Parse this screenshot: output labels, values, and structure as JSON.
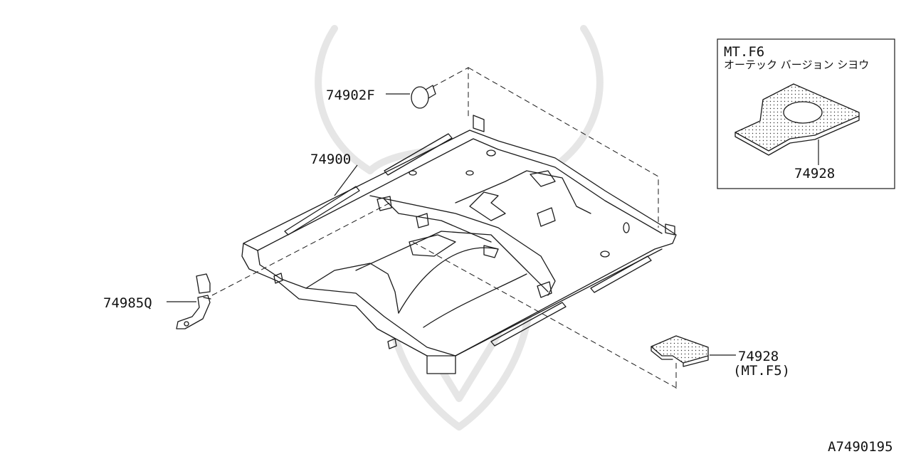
{
  "labels": {
    "clip": "74902F",
    "floor_mat": "74900",
    "bracket": "74985Q",
    "pad_main": "74928",
    "pad_main_note": "(MT.F5)",
    "inset_pad": "74928",
    "inset_line1": "MT.F6",
    "inset_line2": "オーテック バージョン シヨウ",
    "diagram_code": "A7490195"
  },
  "colors": {
    "line": "#1a1a1a",
    "watermark": "#e6e6e6",
    "background": "#ffffff"
  }
}
